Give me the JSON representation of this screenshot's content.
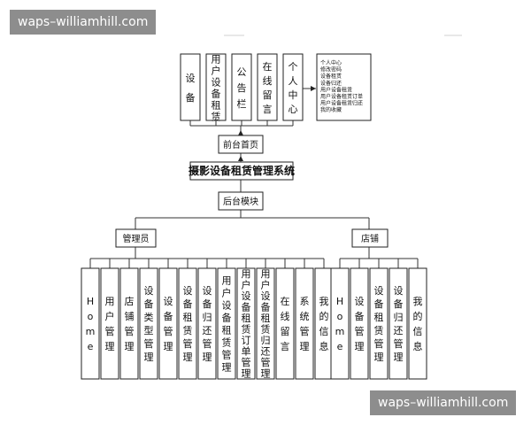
{
  "watermarks": {
    "top": "waps–williamhill.com",
    "bottom": "waps–williamhill.com"
  },
  "top_modules": [
    "设备",
    "用户设备租赁",
    "公告栏",
    "在线留言",
    "个人中心"
  ],
  "personal_center_items": [
    "个人中心",
    "修改密码",
    "设备租赁",
    "设备归还",
    "用户设备租赁",
    "用户设备租赁订单",
    "用户设备租赁归还",
    "我的收藏"
  ],
  "front_page": "前台首页",
  "system_title": "摄影设备租赁管理系统",
  "backend_module": "后台模块",
  "roles": {
    "admin": "管理员",
    "shop": "店铺"
  },
  "admin_modules": [
    "Home",
    "用户管理",
    "店铺管理",
    "设备类型管理",
    "设备管理",
    "设备租赁管理",
    "设备归还管理",
    "用户设备租赁管理",
    "用户设备租赁订单管理",
    "用户设备租赁归还管理",
    "在线留言",
    "系统管理",
    "我的信息"
  ],
  "shop_modules": [
    "Home",
    "设备管理",
    "设备租赁管理",
    "设备归还管理",
    "我的信息"
  ]
}
